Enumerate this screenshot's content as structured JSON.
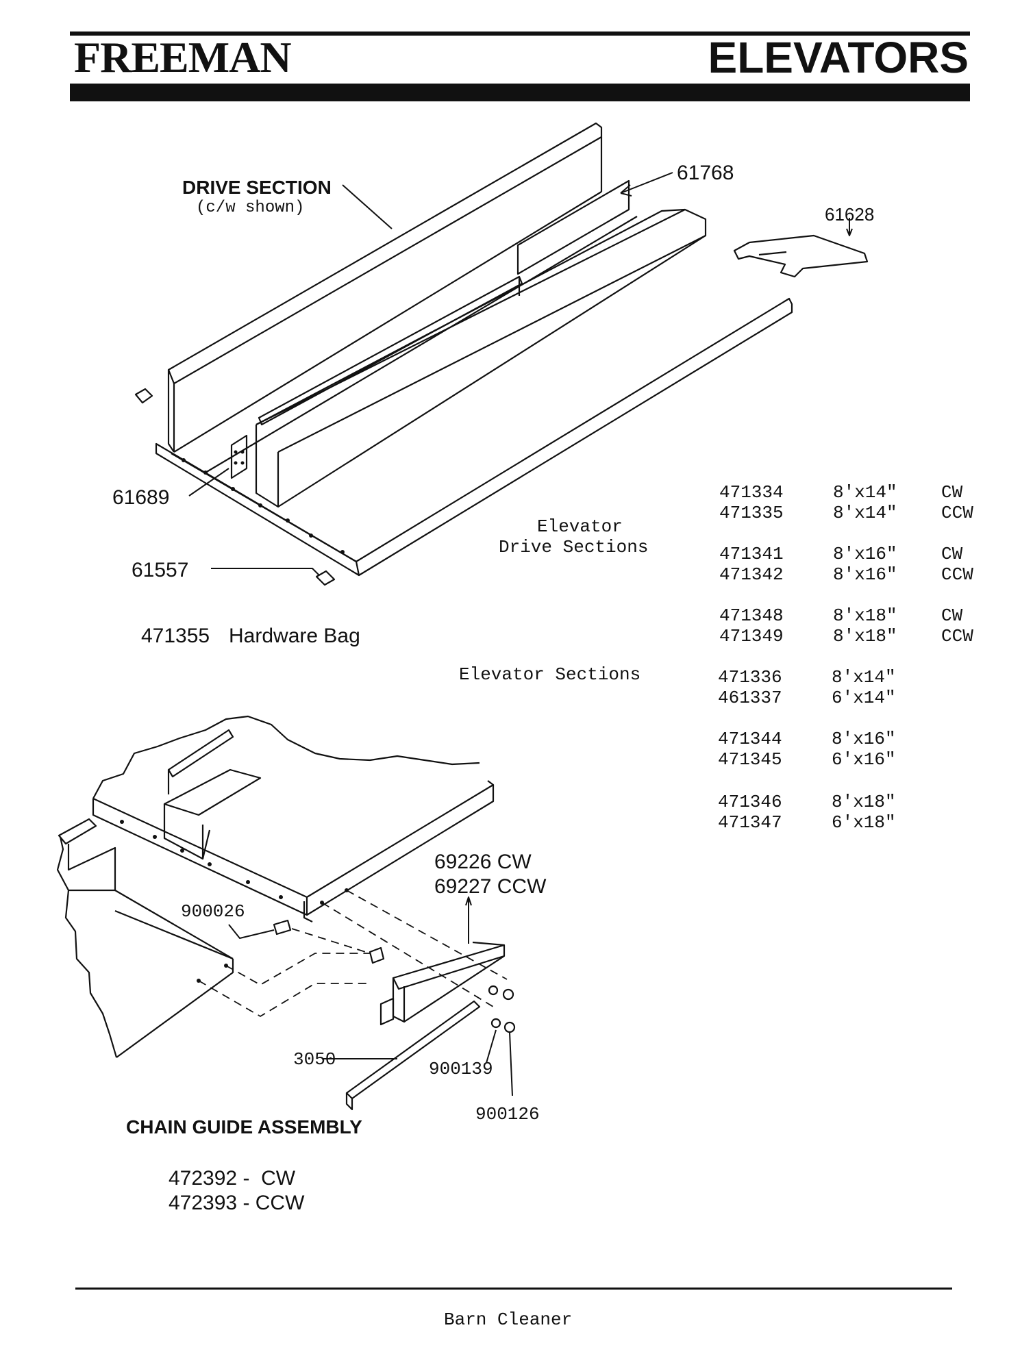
{
  "header": {
    "brand": "FREEMAN",
    "title": "ELEVATORS"
  },
  "drive_diagram": {
    "drive_section_label": "DRIVE SECTION",
    "drive_section_note": "(c/w shown)",
    "part_61768": "61768",
    "part_61628": "61628",
    "part_61689": "61689",
    "part_61557": "61557",
    "hardware_bag_number": "471355",
    "hardware_bag_label": "Hardware Bag"
  },
  "sections_table": {
    "drive_sections_label_line1": "Elevator",
    "drive_sections_label_line2": "Drive Sections",
    "elevator_sections_label": "Elevator Sections",
    "drive_rows": [
      {
        "part": "471334",
        "size": "8'x14\"",
        "dir": "CW"
      },
      {
        "part": "471335",
        "size": "8'x14\"",
        "dir": "CCW"
      },
      {
        "part": "471341",
        "size": "8'x16\"",
        "dir": "CW"
      },
      {
        "part": "471342",
        "size": "8'x16\"",
        "dir": "CCW"
      },
      {
        "part": "471348",
        "size": "8'x18\"",
        "dir": "CW"
      },
      {
        "part": "471349",
        "size": "8'x18\"",
        "dir": "CCW"
      }
    ],
    "elevator_rows": [
      {
        "part": "471336",
        "size": "8'x14\""
      },
      {
        "part": "461337",
        "size": "6'x14\""
      },
      {
        "part": "471344",
        "size": "8'x16\""
      },
      {
        "part": "471345",
        "size": "6'x16\""
      },
      {
        "part": "471346",
        "size": "8'x18\""
      },
      {
        "part": "471347",
        "size": "6'x18\""
      }
    ]
  },
  "chain_guide": {
    "part_cw": "69226 CW",
    "part_ccw": "69227 CCW",
    "part_900026": "900026",
    "part_3050": "3050",
    "part_900139": "900139",
    "part_900126": "900126",
    "title": "CHAIN GUIDE ASSEMBLY",
    "assembly_cw": "472392 -  CW",
    "assembly_ccw": "472393 - CCW"
  },
  "footer": {
    "text": "Barn Cleaner"
  }
}
